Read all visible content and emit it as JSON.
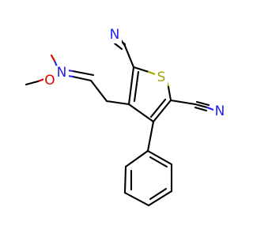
{
  "molecule": {
    "atoms": {
      "n_top": {
        "symbol": "N",
        "color": "#1f1ff0"
      },
      "n_right": {
        "symbol": "N",
        "color": "#1f1ff0"
      },
      "s_ring": {
        "symbol": "S",
        "color": "#a7a700"
      },
      "o_ether": {
        "symbol": "O",
        "color": "#e00000"
      },
      "n_oxime": {
        "symbol": "N",
        "color": "#1f1ff0"
      }
    },
    "colors": {
      "carbon_bond": "#000000",
      "nitrogen": "#1f1ff0",
      "oxygen": "#e00000",
      "sulfur": "#a7a700",
      "background": "#ffffff"
    }
  }
}
